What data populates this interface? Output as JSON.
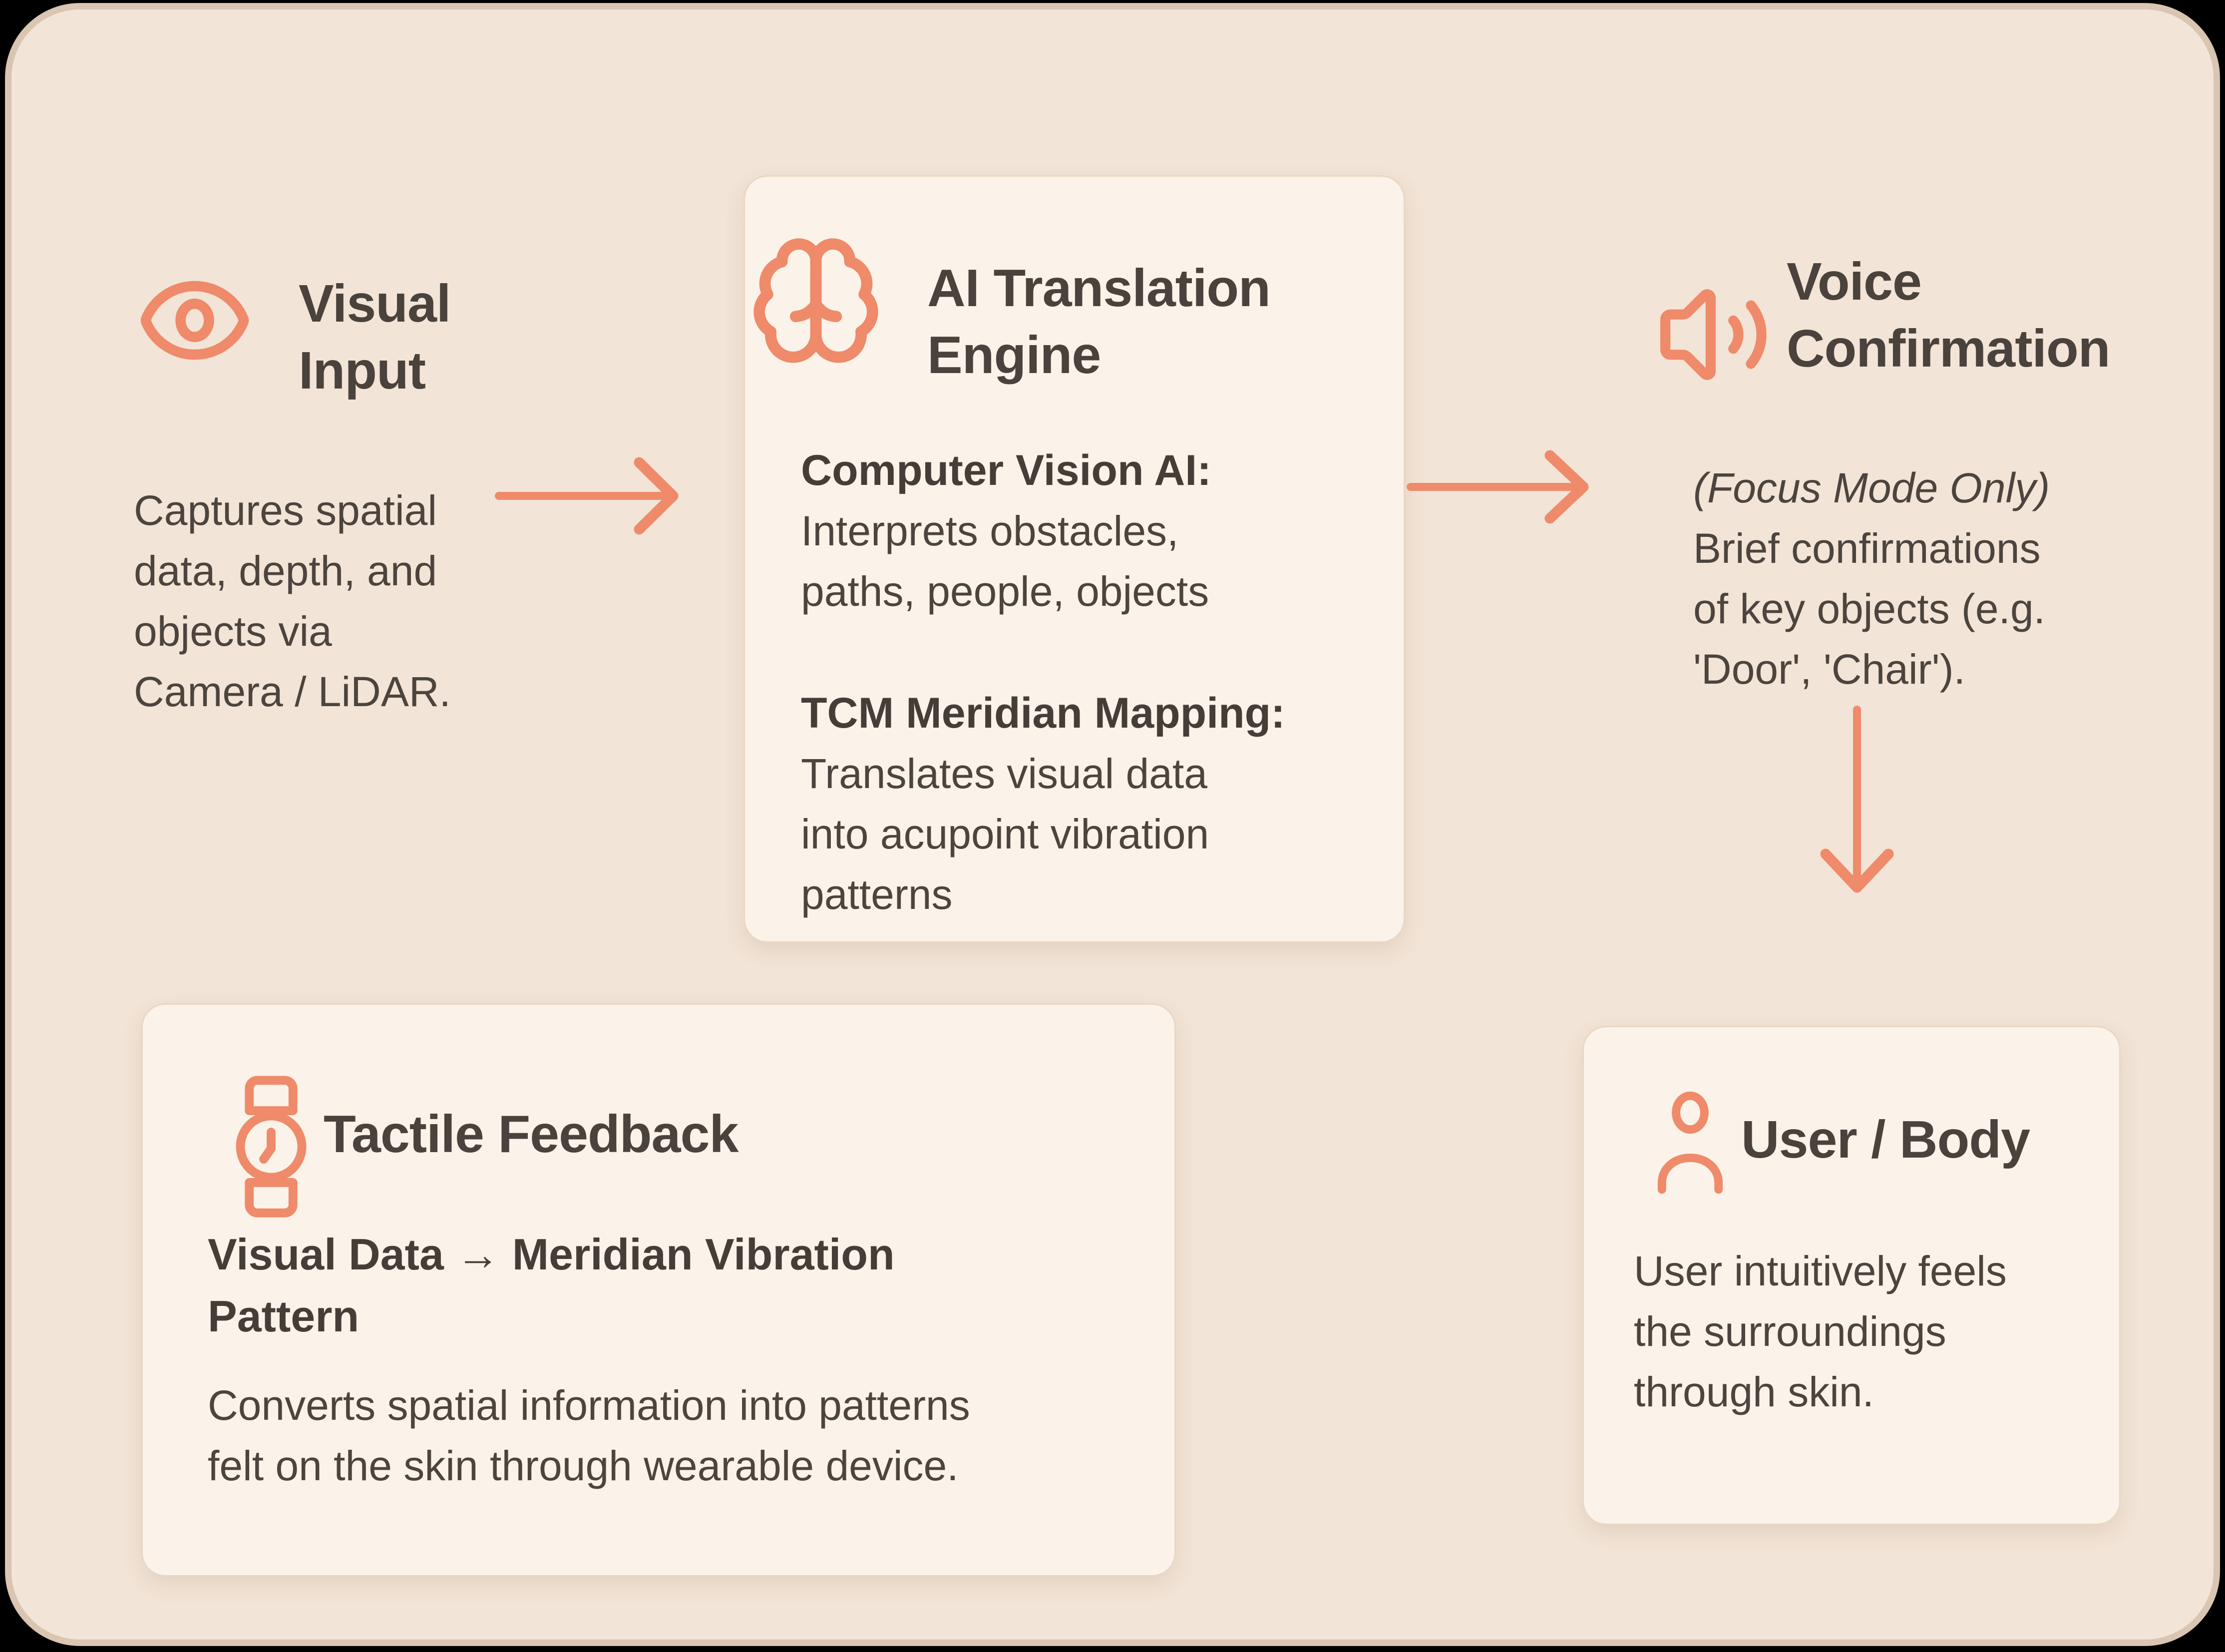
{
  "colors": {
    "outer_background": "#000000",
    "canvas_background": "#F2E4D6",
    "canvas_border": "#D9C5B2",
    "card_background": "#FBF3E9",
    "accent_orange": "#EF8A6A",
    "text_dark": "#4A433C"
  },
  "flow": {
    "visual_input": {
      "icon": "eye-icon",
      "title_lines": [
        "Visual",
        "Input"
      ],
      "desc_lines": [
        "Captures spatial",
        "data, depth, and",
        "objects via",
        "Camera / LiDAR."
      ]
    },
    "ai_engine": {
      "icon": "brain-icon",
      "title_lines": [
        "AI Translation",
        "Engine"
      ],
      "blocks": [
        {
          "label": "Computer Vision AI:",
          "lines": [
            "Interprets obstacles,",
            "paths, people, objects"
          ]
        },
        {
          "label": "TCM Meridian Mapping:",
          "lines": [
            "Translates visual data",
            "into acupoint vibration",
            "patterns"
          ]
        }
      ]
    },
    "voice_confirmation": {
      "icon": "speaker-icon",
      "title_lines": [
        "Voice",
        "Confirmation"
      ],
      "note": "(Focus Mode Only)",
      "desc_lines": [
        "Brief confirmations",
        "of key objects (e.g.",
        "'Door', 'Chair')."
      ]
    },
    "tactile_feedback": {
      "icon": "watch-icon",
      "title": "Tactile Feedback",
      "label_lines": [
        "Visual Data → Meridian Vibration",
        "Pattern"
      ],
      "desc_lines": [
        "Converts spatial information into patterns",
        "felt on the skin through wearable device."
      ]
    },
    "user_body": {
      "icon": "person-icon",
      "title": "User / Body",
      "desc_lines": [
        "User intuitively feels",
        "the surroundings",
        "through skin."
      ]
    }
  }
}
